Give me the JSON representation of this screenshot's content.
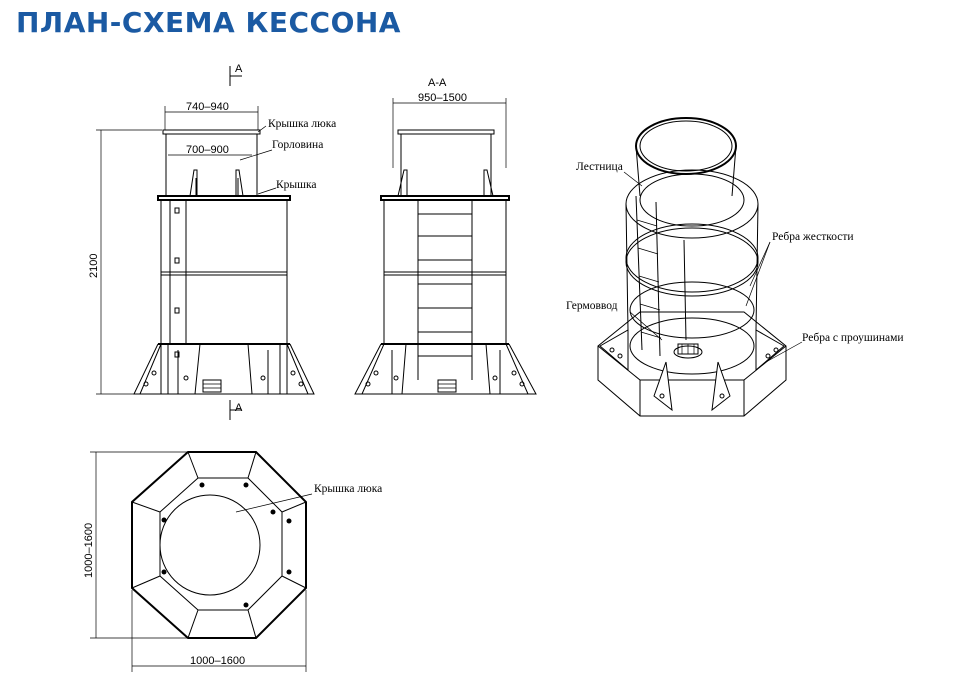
{
  "title": "ПЛАН-СХЕМА КЕССОНА",
  "front_view": {
    "section_mark_top": "A",
    "section_mark_bottom": "A",
    "dim_top_outer": "740–940",
    "dim_top_inner": "700–900",
    "dim_height": "2100",
    "callouts": [
      "Крышка люка",
      "Горловина",
      "Крышка"
    ]
  },
  "section_view": {
    "section_title": "А-А",
    "dim_width": "950–1500"
  },
  "iso_view": {
    "callouts": [
      "Лестница",
      "Ребра жесткости",
      "Гермоввод",
      "Ребра с проушинами"
    ]
  },
  "plan_view": {
    "dim_vertical": "1000–1600",
    "dim_horizontal": "1000–1600",
    "callout": "Крышка люка"
  },
  "colors": {
    "title": "#1b5aa3",
    "lines": "#000000"
  }
}
